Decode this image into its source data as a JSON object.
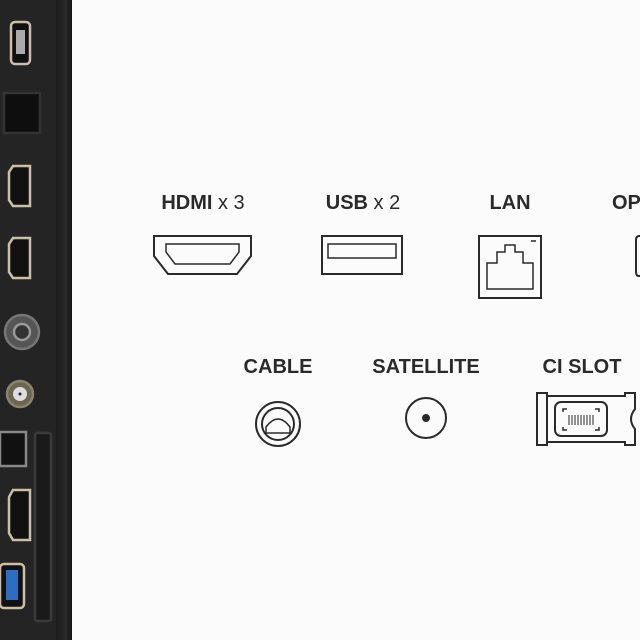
{
  "ports_row1": [
    {
      "name": "HDMI",
      "count": "x 3",
      "icon": "hdmi-icon"
    },
    {
      "name": "USB",
      "count": "x 2",
      "icon": "usb-icon"
    },
    {
      "name": "LAN",
      "icon": "lan-icon"
    },
    {
      "name": "OP",
      "icon": "optical-icon"
    }
  ],
  "ports_row2": [
    {
      "name": "CABLE",
      "icon": "cable-icon"
    },
    {
      "name": "SATELLITE",
      "icon": "satellite-icon"
    },
    {
      "name": "CI SLOT",
      "icon": "ci-slot-icon"
    }
  ],
  "colors": {
    "panel": "#242424",
    "text": "#2a2a2a",
    "usb3": "#2a6fc4"
  }
}
